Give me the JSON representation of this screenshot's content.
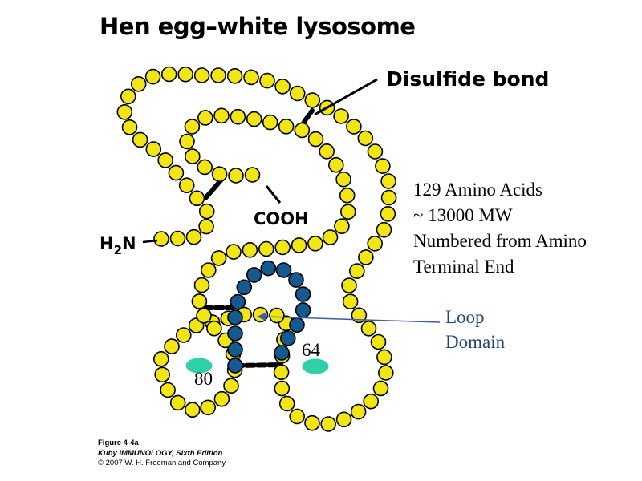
{
  "title": "Hen egg–white lysosome",
  "labels": {
    "disulfide": "Disulfide bond",
    "cooh": "COOH",
    "h2n_main": "H",
    "h2n_sub": "2",
    "h2n_tail": "N",
    "residue_80": "80",
    "residue_64": "64"
  },
  "info_lines": [
    "129 Amino Acids",
    "~ 13000 MW",
    "Numbered from Amino",
    "Terminal End"
  ],
  "loop_label": [
    "Loop",
    "Domain"
  ],
  "caption": {
    "figure": "Figure 4-4a",
    "book": "Kuby IMMUNOLOGY, Sixth Edition",
    "copyright": "© 2007 W. H. Freeman and Company"
  },
  "colors": {
    "residue_fill": "#f2e516",
    "loop_fill": "#145a91",
    "epitope_fill": "#2fcfa7",
    "bond": "#000000",
    "arrow": "#3d5da5",
    "loop_text": "#20457e"
  }
}
